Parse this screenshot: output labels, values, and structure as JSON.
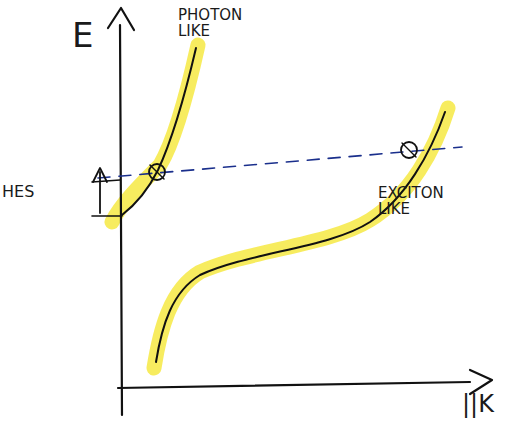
{
  "diagram": {
    "labels": [
      "E",
      "PHOTON LIKE",
      "EXCITON LIKE",
      "HES",
      "||K"
    ]
  }
}
